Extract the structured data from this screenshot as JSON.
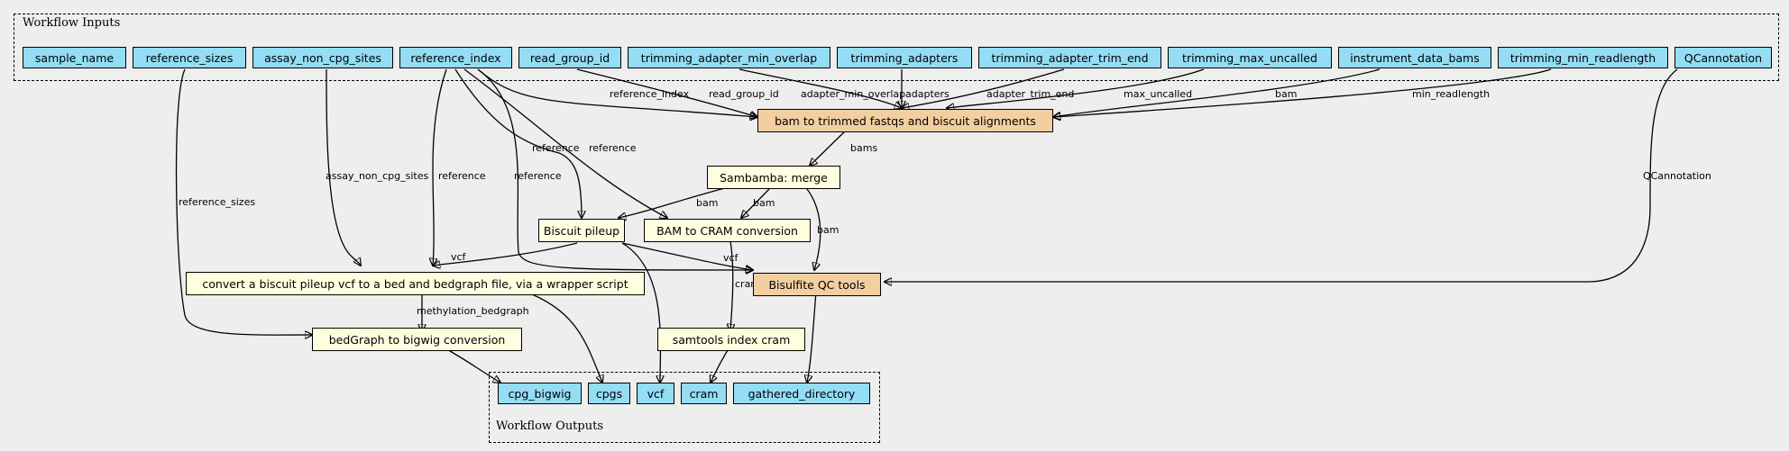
{
  "clusters": {
    "inputs_label": "Workflow Inputs",
    "outputs_label": "Workflow Outputs"
  },
  "colors": {
    "io_node": "#94ddf4",
    "step_node": "#ffffe0",
    "subworkflow_node": "#f3cea1",
    "background": "#eeeeee"
  },
  "inputs": [
    "sample_name",
    "reference_sizes",
    "assay_non_cpg_sites",
    "reference_index",
    "read_group_id",
    "trimming_adapter_min_overlap",
    "trimming_adapters",
    "trimming_adapter_trim_end",
    "trimming_max_uncalled",
    "instrument_data_bams",
    "trimming_min_readlength",
    "QCannotation"
  ],
  "steps": {
    "bam_to_trimmed": "bam to trimmed fastqs and biscuit alignments",
    "sambamba_merge": "Sambamba: merge",
    "biscuit_pileup": "Biscuit pileup",
    "bam_to_cram": "BAM to CRAM conversion",
    "convert_vcf": "convert a biscuit pileup vcf to a bed and bedgraph file, via a wrapper script",
    "bisulfite_qc": "Bisulfite QC tools",
    "bedgraph_to_bigwig": "bedGraph to bigwig conversion",
    "samtools_index": "samtools index cram"
  },
  "outputs": [
    "cpg_bigwig",
    "cpgs",
    "vcf",
    "cram",
    "gathered_directory"
  ],
  "edge_labels": {
    "reference_index": "reference_index",
    "read_group_id": "read_group_id",
    "adapter_min_overlap": "adapter_min_overlap",
    "adapters": "adapters",
    "adapter_trim_end": "adapter_trim_end",
    "max_uncalled": "max_uncalled",
    "bam_inst": "bam",
    "min_readlength": "min_readlength",
    "bams": "bams",
    "reference_pileup": "reference",
    "reference_cram": "reference",
    "assay_non_cpg_sites": "assay_non_cpg_sites",
    "reference_convert": "reference",
    "reference_qc": "reference",
    "reference_sizes": "reference_sizes",
    "qcannotation": "QCannotation",
    "bam_pileup": "bam",
    "bam_cram": "bam",
    "bam_qc": "bam",
    "vcf_convert": "vcf",
    "vcf_qc": "vcf",
    "cram_index": "cram",
    "methylation_bedgraph": "methylation_bedgraph"
  }
}
